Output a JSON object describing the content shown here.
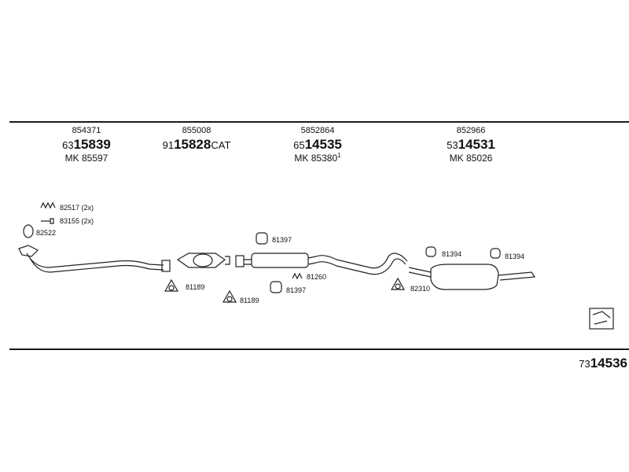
{
  "parts": [
    {
      "ref": "854371",
      "prefix": "63",
      "number": "15839",
      "suffix": "",
      "mk": "MK 85597",
      "sup": ""
    },
    {
      "ref": "855008",
      "prefix": "91",
      "number": "15828",
      "suffix": "CAT",
      "mk": "",
      "sup": ""
    },
    {
      "ref": "5852864",
      "prefix": "65",
      "number": "14535",
      "suffix": "",
      "mk": "MK 85380",
      "sup": "1"
    },
    {
      "ref": "852966",
      "prefix": "53",
      "number": "14531",
      "suffix": "",
      "mk": "MK 85026",
      "sup": ""
    }
  ],
  "labels": {
    "l82517": "82517 (2x)",
    "l83155": "83155 (2x)",
    "l82522": "82522",
    "l81189a": "81189",
    "l81189b": "81189",
    "l81397a": "81397",
    "l81260": "81260",
    "l81397b": "81397",
    "l82310": "82310",
    "l81394a": "81394",
    "l81394b": "81394"
  },
  "kit": {
    "prefix": "73",
    "number": "14536"
  }
}
